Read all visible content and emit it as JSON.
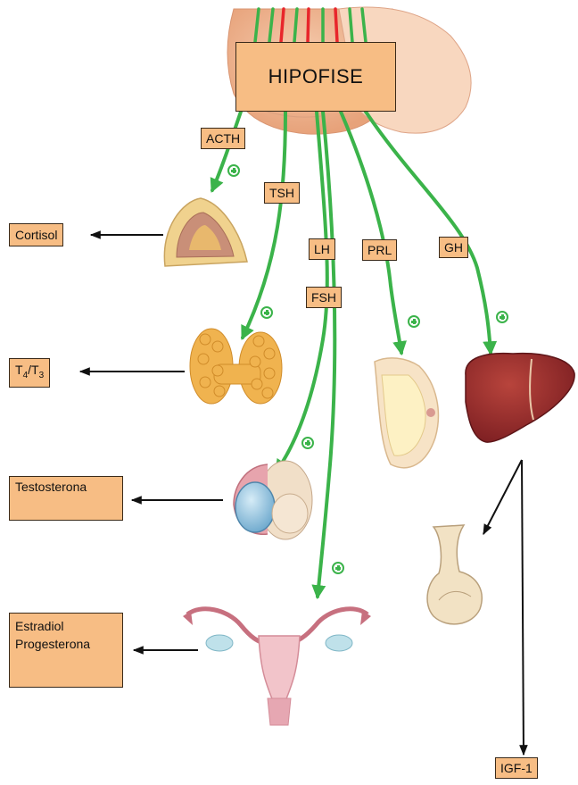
{
  "gland": {
    "label": "HIPOFISE"
  },
  "hormones": {
    "acth": "ACTH",
    "tsh": "TSH",
    "lh": "LH",
    "fsh": "FSH",
    "prl": "PRL",
    "gh": "GH"
  },
  "outputs": {
    "cortisol": "Cortisol",
    "t_base": "T",
    "t_sub4": "4",
    "t_slash": "/T",
    "t_sub3": "3",
    "testosterona": "Testosterona",
    "estradiol": "Estradiol",
    "progesterona": "Progesterona",
    "igf1": "IGF-1"
  },
  "colors": {
    "stimulation_arrow": "#3bb34a",
    "output_arrow": "#111111",
    "label_fill": "#f7bd84",
    "red_fibers": "#e8262b"
  }
}
